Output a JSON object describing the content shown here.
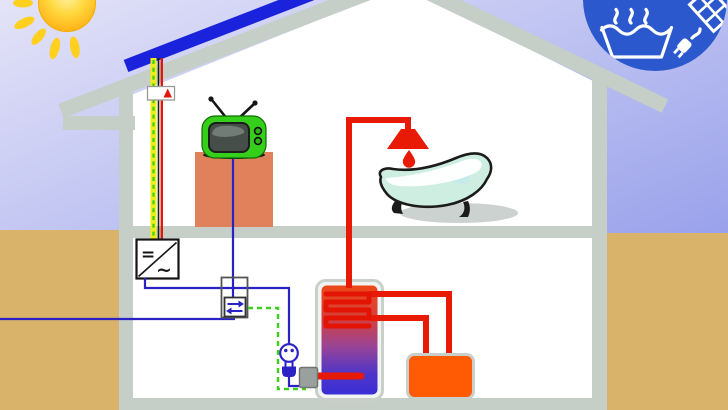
{
  "diagram": {
    "type": "illustration",
    "subject": "house cross-section with rooftop solar panel supplying electricity and hot water",
    "inverter": {
      "dc_symbol": "=",
      "ac_symbol": "~"
    },
    "icons": [
      "sun-icon",
      "solar-hot-water-badge-icon",
      "roof",
      "solar-panel",
      "pv-cable-duct",
      "temperature-sensor",
      "inverter",
      "tv-icon",
      "tv-stand",
      "shower-icon",
      "water-drop-icon",
      "bathtub-icon",
      "electricity-meter",
      "power-grid-line",
      "power-socket-plug-icon",
      "hot-water-storage-tank",
      "heating-coil",
      "electric-heating-element",
      "auxiliary-boiler",
      "ground"
    ]
  },
  "palette": {
    "sky_top": "#e4e3f8",
    "sky_mid": "#bcc1f1",
    "sky_bottom": "#8d95e8",
    "ground_tan": "#d8b369",
    "wall_gray": "#c5cec7",
    "panel_blue": "#1a22dc",
    "wire_blue": "#2a22c4",
    "pipe_red": "#e81a06",
    "coil_red": "#e41404",
    "dash_green": "#3ccf1c",
    "duct_yellow": "#eeee14",
    "sensor_red": "#e01808",
    "tank_top": "#ee4818",
    "tank_mid": "#9c4494",
    "tank_bottom": "#3a2ed6",
    "boiler_orange": "#ff5a04",
    "pedestal_salmon": "#e0815c",
    "tv_green": "#35cf1b",
    "tub_mint": "#cdeee0",
    "tub_outline": "#1b1b1b",
    "sun_core": "#fff3b0",
    "sun_yellow": "#ffd83e",
    "sun_ray": "#ffd11e",
    "sun_edge": "#ffa60a",
    "badge_blue": "#2b58cd",
    "pump_gray": "#9aa0a0",
    "border_gray": "#c9d0ca"
  }
}
